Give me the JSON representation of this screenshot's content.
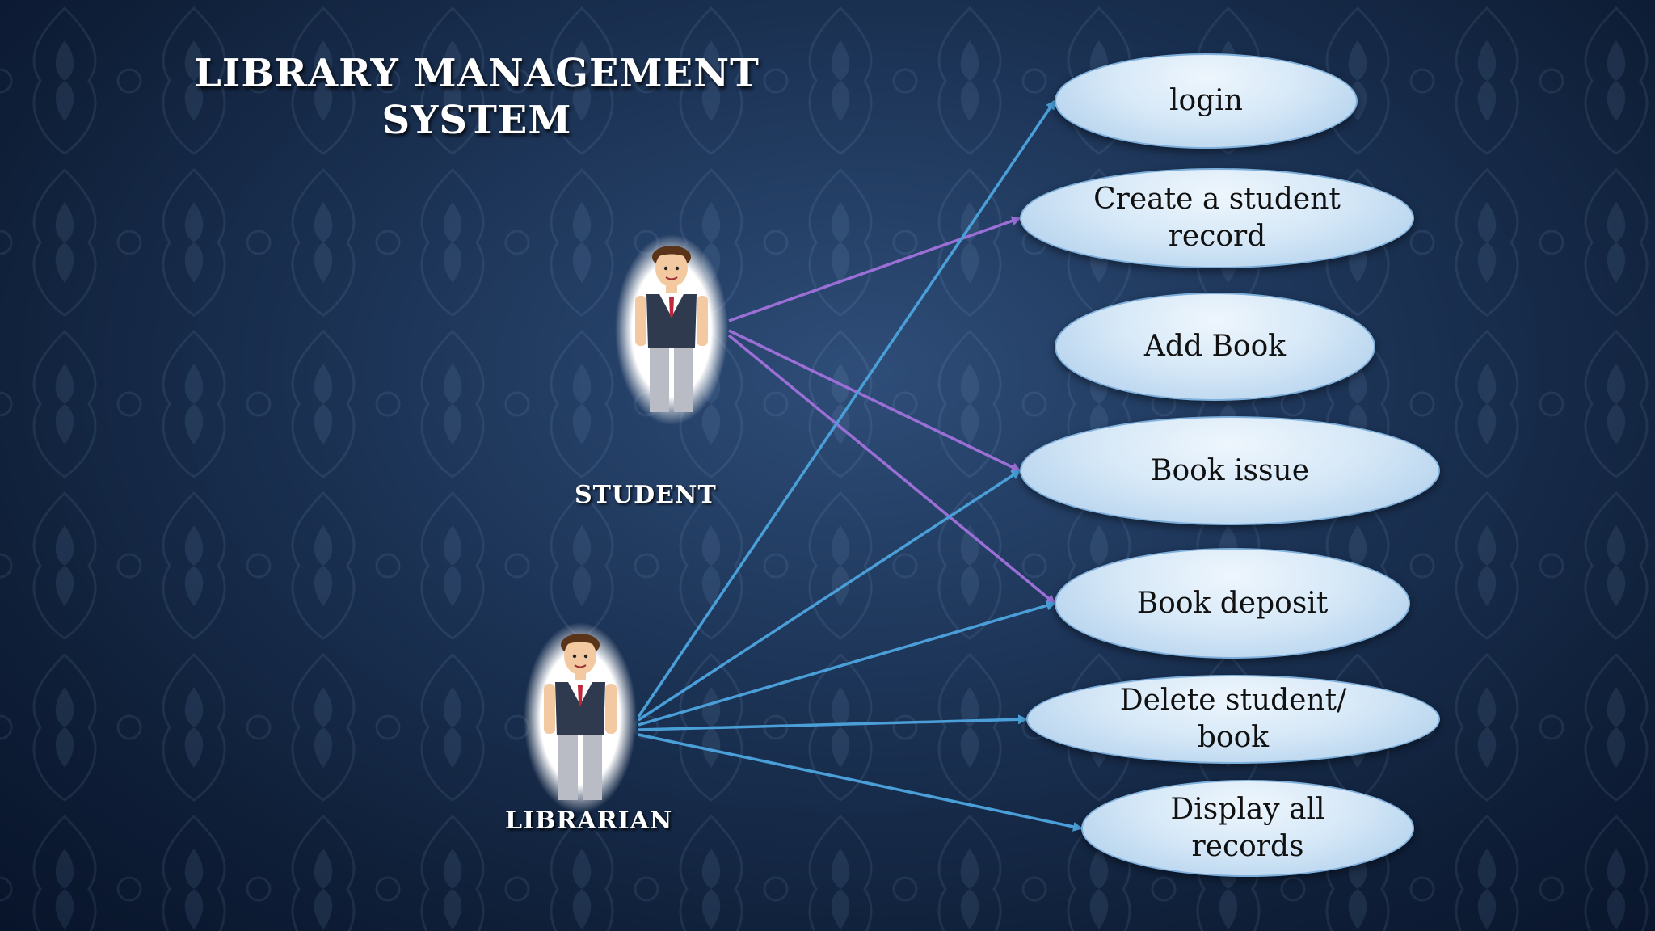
{
  "title": {
    "line1": "LIBRARY MANAGEMENT",
    "line2": "SYSTEM"
  },
  "actors": [
    {
      "id": "student",
      "label": "STUDENT"
    },
    {
      "id": "librarian",
      "label": "LIBRARIAN"
    }
  ],
  "use_cases": [
    {
      "id": "login",
      "lines": [
        "login"
      ]
    },
    {
      "id": "create-student-record",
      "lines": [
        "Create a student",
        "record"
      ]
    },
    {
      "id": "add-book",
      "lines": [
        "Add Book"
      ]
    },
    {
      "id": "book-issue",
      "lines": [
        "Book issue"
      ]
    },
    {
      "id": "book-deposit",
      "lines": [
        "Book deposit"
      ]
    },
    {
      "id": "delete-student-book",
      "lines": [
        "Delete student/",
        "book"
      ]
    },
    {
      "id": "display-all-records",
      "lines": [
        "Display all",
        "records"
      ]
    }
  ],
  "associations": [
    {
      "from": "student",
      "to": "create-student-record"
    },
    {
      "from": "student",
      "to": "book-issue"
    },
    {
      "from": "student",
      "to": "book-deposit"
    },
    {
      "from": "librarian",
      "to": "login"
    },
    {
      "from": "librarian",
      "to": "book-issue"
    },
    {
      "from": "librarian",
      "to": "book-deposit"
    },
    {
      "from": "librarian",
      "to": "delete-student-book"
    },
    {
      "from": "librarian",
      "to": "display-all-records"
    }
  ],
  "colors": {
    "student_line": "#9b6fd6",
    "librarian_line": "#4a9fd8"
  }
}
